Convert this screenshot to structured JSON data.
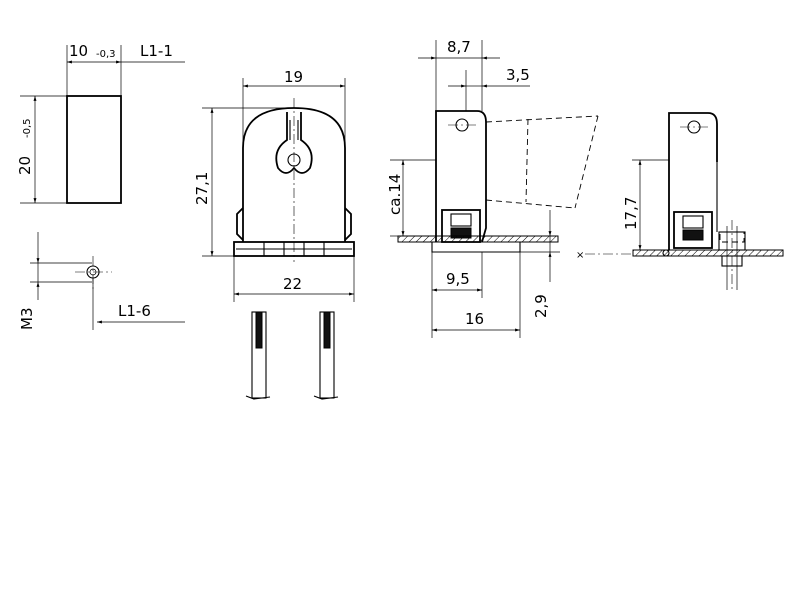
{
  "drawing": {
    "labels": {
      "dim_10": "10",
      "tol_03": "-0,3",
      "ref_l11": "L1-1",
      "dim_20": "20",
      "tol_05": "-0,5",
      "dim_m3": "M3",
      "ref_l16": "L1-6",
      "dim_19": "19",
      "dim_271": "27,1",
      "dim_22": "22",
      "dim_87": "8,7",
      "dim_35": "3,5",
      "dim_ca14": "ca.14",
      "dim_95": "9,5",
      "dim_16": "16",
      "dim_29": "2,9",
      "dim_177": "17,7",
      "mark_x": "×"
    }
  }
}
